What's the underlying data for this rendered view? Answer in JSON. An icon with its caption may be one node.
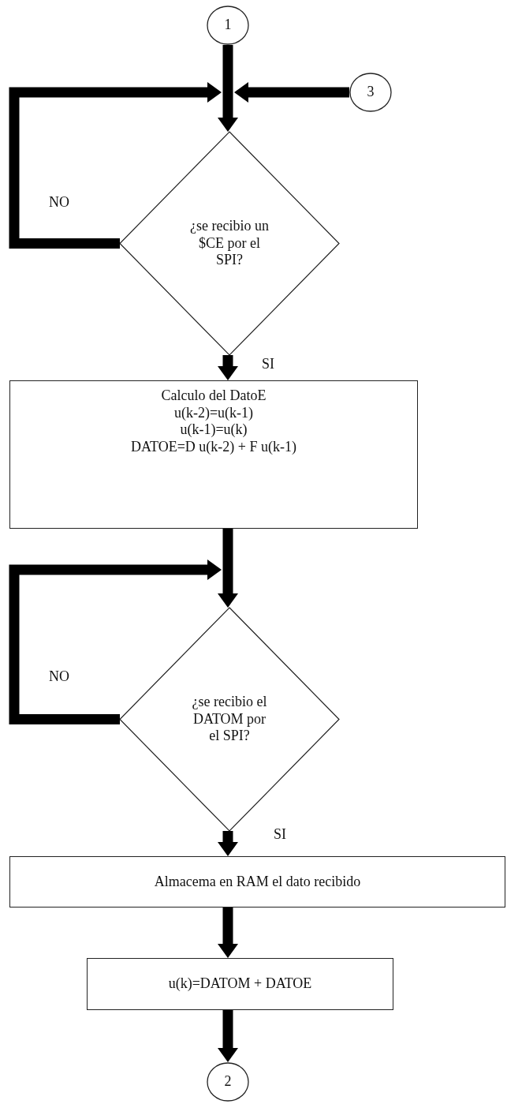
{
  "diagram": {
    "nodes": [
      {
        "text": [
          "1"
        ]
      },
      {
        "text": [
          "3"
        ]
      },
      {
        "text": [
          "¿se recibio un $CE por el SPI?"
        ]
      },
      {
        "text": [
          "Calculo del DatoE",
          "u(k-2)=u(k-1)",
          "u(k-1)=u(k)",
          "DATOE=D u(k-2) + F u(k-1)"
        ]
      },
      {
        "text": [
          "¿se recibio el DATOM por el SPI?"
        ]
      },
      {
        "text": [
          "Almacema en RAM el dato recibido"
        ]
      },
      {
        "text": [
          "u(k)=DATOM + DATOE"
        ]
      },
      {
        "text": [
          "2"
        ]
      }
    ],
    "edges": [
      {
        "from": 0,
        "to": 2,
        "arrow": "to"
      },
      {
        "from": 1,
        "to": 2,
        "arrow": "to"
      },
      {
        "from": 2,
        "to": 2,
        "arrow": "to",
        "label": "NO"
      },
      {
        "from": 2,
        "to": 3,
        "arrow": "to",
        "label": "SI"
      },
      {
        "from": 3,
        "to": 4,
        "arrow": "to"
      },
      {
        "from": 4,
        "to": 4,
        "arrow": "to",
        "label": "NO"
      },
      {
        "from": 4,
        "to": 5,
        "arrow": "to",
        "label": "SI"
      },
      {
        "from": 5,
        "to": 6,
        "arrow": "to"
      },
      {
        "from": 6,
        "to": 7,
        "arrow": "to"
      }
    ]
  }
}
